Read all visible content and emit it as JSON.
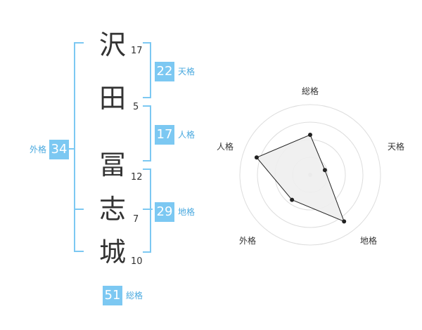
{
  "name_chars": [
    {
      "char": "沢",
      "strokes": "17"
    },
    {
      "char": "田",
      "strokes": "5"
    },
    {
      "char": "冨",
      "strokes": "12"
    },
    {
      "char": "志",
      "strokes": "7"
    },
    {
      "char": "城",
      "strokes": "10"
    }
  ],
  "fortunes": {
    "tenkaku": {
      "value": "22",
      "label": "天格"
    },
    "jinkaku": {
      "value": "17",
      "label": "人格"
    },
    "chikaku": {
      "value": "29",
      "label": "地格"
    },
    "gaikaku": {
      "value": "34",
      "label": "外格"
    },
    "soukaku": {
      "value": "51",
      "label": "総格"
    }
  },
  "radar": {
    "axes": [
      "総格",
      "天格",
      "地格",
      "外格",
      "人格"
    ],
    "values": [
      0.57,
      0.22,
      0.82,
      0.44,
      0.8
    ],
    "colors": {
      "fill": "#eeeeee",
      "stroke": "#222222",
      "grid": "#dddddd"
    }
  }
}
